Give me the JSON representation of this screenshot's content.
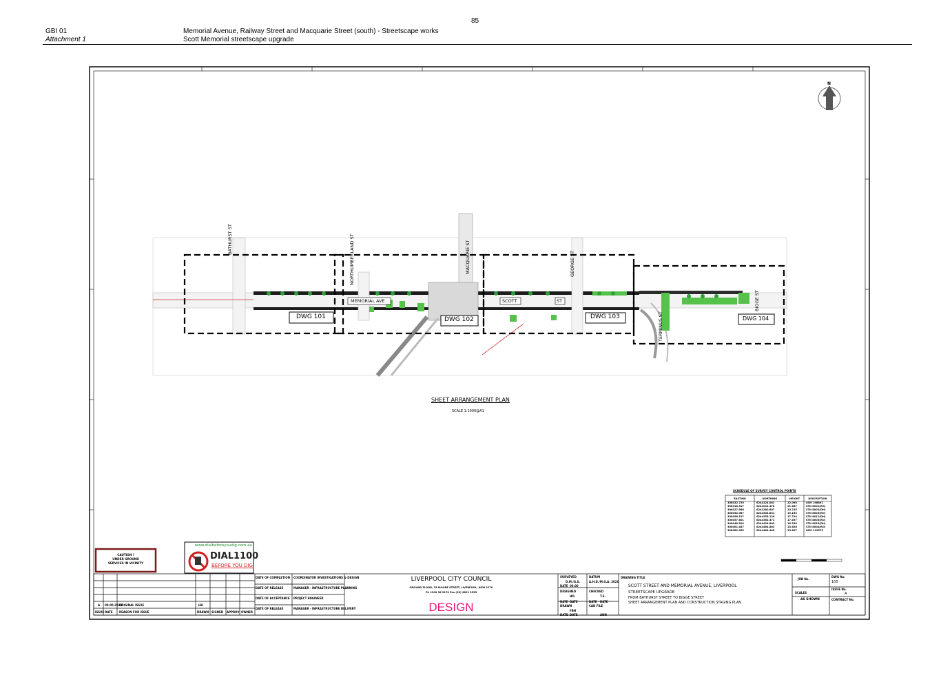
{
  "page_number": "85",
  "header": {
    "ref": "GBI 01",
    "attachment": "Attachment 1",
    "title_line1": "Memorial Avenue, Railway Street and Macquarie Street (south) - Streetscape works",
    "title_line2": "Scott Memorial streetscape upgrade"
  },
  "plan": {
    "streets": {
      "bathurst": "BATHURST ST",
      "northumberland": "NORTHUMBERLAND ST",
      "macquarie": "MACQUARIE ST",
      "george": "GEORGE ST",
      "memorial": "MEMORIAL  AVE",
      "scott": "SCOTT",
      "st": "ST",
      "terminus": "TERMINUS ST",
      "bigge": "BIGGE ST"
    },
    "dwg_labels": [
      "DWG 101",
      "DWG 102",
      "DWG 103",
      "DWG 104"
    ],
    "title": "SHEET ARRANGEMENT PLAN",
    "scale": "SCALE 1:1000@A1",
    "north": "N"
  },
  "survey_table": {
    "title": "SCHEDULE OF SURVEY CONTROL POINTS",
    "headers": [
      "EASTING",
      "NORTHING",
      "HEIGHT",
      "DESCRIPTION"
    ],
    "rows": [
      [
        "308032.729",
        "6244224.061",
        "22.090",
        "SSM 198891"
      ],
      [
        "308018.317",
        "6244241.478",
        "21.287",
        "STN 8001(RO)"
      ],
      [
        "308027.566",
        "6244280.607",
        "20.745",
        "STN 8002(DH)"
      ],
      [
        "308052.087",
        "6244304.831",
        "19.153",
        "STN 8003(RO)"
      ],
      [
        "308056.517",
        "6244355.126",
        "17.724",
        "STN 8011(DH)"
      ],
      [
        "308057.601",
        "6244362.371",
        "17.497",
        "STN 8003(RO)"
      ],
      [
        "308048.504",
        "6244428.805",
        "16.336",
        "STN 8033(DH)"
      ],
      [
        "308061.487",
        "6244464.863",
        "15.626",
        "STN 8004(RO)"
      ],
      [
        "308082.085",
        "6244484.446",
        "15.627",
        "SSM 112575"
      ]
    ]
  },
  "caution": {
    "line1": "CAUTION !",
    "line2": "UNDER GROUND",
    "line3": "SERVICES IN VICINITY"
  },
  "dial": {
    "url": "www.dialbeforeyoudig.com.au",
    "big": "DIAL1100",
    "sub": "BEFORE YOU DIG"
  },
  "title_block": {
    "council": "LIVERPOOL CITY COUNCIL",
    "address": "GROUND FLOOR, 33 MOORE STREET, LIVERPOOL, NSW 2170",
    "phone": "Ph 1300 36 2170    Fax (02) 9821 9333",
    "status": "DESIGN",
    "status_color": "#e8157a",
    "sign_rows": [
      [
        "DATE OF COMPLETION",
        "COORDINATOR INVESTIGATIONS & DESIGN"
      ],
      [
        "DATE OF RELEASE",
        "MANAGER - INFRASTRUCTURE PLANNING"
      ],
      [
        "DATE OF ACCEPTANCE",
        "PROJECT ENGINEER"
      ],
      [
        "DATE OF RELEASE",
        "MANAGER - INFRASTRUCTURE DELIVERY"
      ]
    ],
    "rev_headers": [
      "ISSUE",
      "DATE",
      "REASON FOR ISSUE",
      "DRAWN",
      "SIGNED",
      "APPROV",
      "OWNER"
    ],
    "rev_row": [
      "A",
      "00.00.2024",
      "ORIGINAL ISSUE",
      "HH"
    ],
    "meta_left": [
      [
        "SURVEYED",
        "D.M./G.S."
      ],
      [
        "DATE",
        "00.00"
      ],
      [
        "DESIGNED",
        "HO."
      ],
      [
        "DATE",
        "DATE"
      ],
      [
        "DRAWN",
        "FBH"
      ],
      [
        "DATE",
        "DATE"
      ]
    ],
    "meta_right": [
      [
        "DATUM",
        "A.H.D./M.G.A. 2020"
      ],
      [
        "CHECKED",
        "T.S."
      ],
      [
        "DATE",
        "DATE"
      ],
      [
        "CAD FILE",
        ""
      ],
      [
        "",
        "ANN"
      ]
    ],
    "drawing_title_label": "DRAWING TITLE",
    "drawing_title": [
      "SCOTT STREET AND MEMORIAL AVENUE, LIVERPOOL",
      "STREETSCAPE UPGRADE",
      "FROM BATHURST STREET TO BIGGE STREET",
      "SHEET ARRANGEMENT PLAN AND CONSTRUCTION STAGING PLAN"
    ],
    "job_label": "JOB No.",
    "scales_label": "SCALES",
    "scales_value": "AS SHOWN",
    "dwg_no_label": "DWG No.",
    "dwg_no": "100",
    "issue_label": "ISSUE No.",
    "issue": "A",
    "contract_label": "CONTRACT No."
  }
}
